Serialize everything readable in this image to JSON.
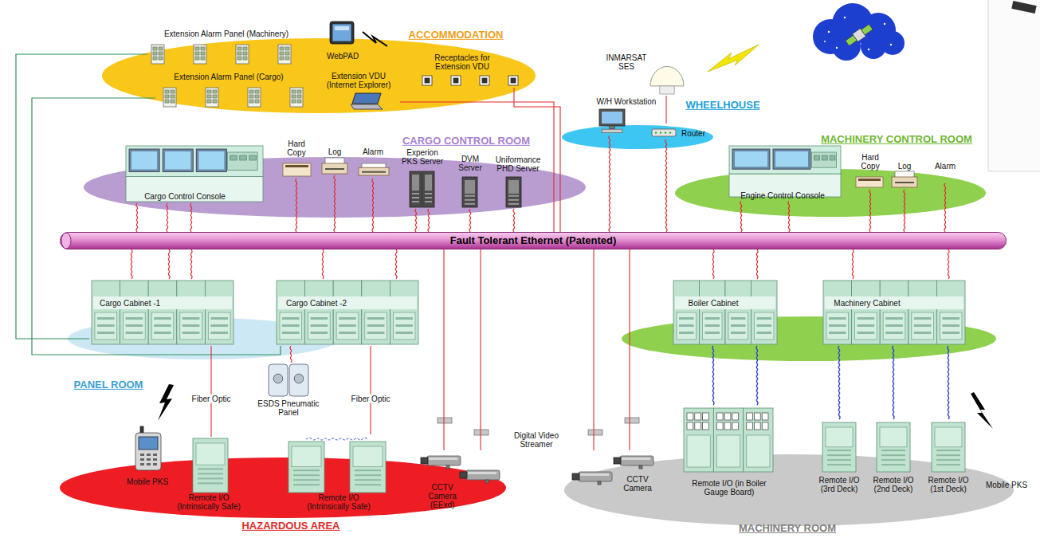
{
  "diagram": {
    "nodes": [
      {
        "text": [
          "ACCOMMODATION"
        ]
      },
      {
        "text": [
          "Extension Alarm Panel (Machinery)"
        ],
        "in": 0
      },
      {
        "text": [
          "WebPAD"
        ],
        "in": 0
      },
      {
        "text": [
          "Extension Alarm Panel (Cargo)"
        ],
        "in": 0
      },
      {
        "text": [
          "Extension VDU (Internet Explorer)"
        ],
        "in": 0
      },
      {
        "text": [
          "Receptacles for Extension VDU"
        ],
        "in": 0
      },
      {
        "text": [
          "WHEELHOUSE"
        ]
      },
      {
        "text": [
          "INMARSAT SES"
        ]
      },
      {
        "text": [
          "W/H Workstation"
        ],
        "in": 6
      },
      {
        "text": [
          "Router"
        ],
        "in": 6
      },
      {
        "text": [
          "CARGO CONTROL ROOM"
        ]
      },
      {
        "text": [
          "Cargo Control Console"
        ],
        "in": 10
      },
      {
        "text": [
          "Hard Copy"
        ],
        "in": 10
      },
      {
        "text": [
          "Log"
        ],
        "in": 10
      },
      {
        "text": [
          "Alarm"
        ],
        "in": 10
      },
      {
        "text": [
          "Experion PKS Server"
        ],
        "in": 10
      },
      {
        "text": [
          "DVM Server"
        ],
        "in": 10
      },
      {
        "text": [
          "Uniformance PHD Server"
        ],
        "in": 10
      },
      {
        "text": [
          "MACHINERY CONTROL ROOM"
        ]
      },
      {
        "text": [
          "Engine Control Console"
        ],
        "in": 18
      },
      {
        "text": [
          "Hard Copy"
        ],
        "in": 18
      },
      {
        "text": [
          "Log"
        ],
        "in": 18
      },
      {
        "text": [
          "Alarm"
        ],
        "in": 18
      },
      {
        "text": [
          "Fault Tolerant Ethernet (Patented)"
        ]
      },
      {
        "text": [
          "PANEL ROOM"
        ]
      },
      {
        "text": [
          "Cargo Cabinet -1"
        ],
        "in": 24
      },
      {
        "text": [
          "Cargo Cabinet -2"
        ],
        "in": 24
      },
      {
        "text": [
          "ESDS Pneumatic Panel"
        ]
      },
      {
        "text": [
          "Boiler Cabinet"
        ]
      },
      {
        "text": [
          "Machinery Cabinet"
        ]
      },
      {
        "text": [
          "HAZARDOUS AREA"
        ]
      },
      {
        "text": [
          "Mobile PKS"
        ],
        "in": 30
      },
      {
        "text": [
          "Remote I/O (Intrinsically Safe)"
        ],
        "in": 30
      },
      {
        "text": [
          "Remote I/O (Intrinsically Safe)"
        ],
        "in": 30
      },
      {
        "text": [
          "CCTV Camera (EExd)"
        ],
        "in": 30
      },
      {
        "text": [
          "MACHINERY ROOM"
        ]
      },
      {
        "text": [
          "CCTV Camera"
        ],
        "in": 35
      },
      {
        "text": [
          "Remote I/O (in Boiler Gauge Board)"
        ],
        "in": 35
      },
      {
        "text": [
          "Remote I/O (3rd Deck)"
        ],
        "in": 35
      },
      {
        "text": [
          "Remote I/O (2nd Deck)"
        ],
        "in": 35
      },
      {
        "text": [
          "Remote I/O (1st Deck)"
        ],
        "in": 35
      },
      {
        "text": [
          "Mobile PKS"
        ]
      }
    ],
    "edges": [
      {
        "from": 11,
        "to": 23,
        "arrow": "none"
      },
      {
        "from": 11,
        "to": 23,
        "arrow": "none"
      },
      {
        "from": 11,
        "to": 23,
        "arrow": "none"
      },
      {
        "from": 12,
        "to": 23,
        "arrow": "none"
      },
      {
        "from": 13,
        "to": 23,
        "arrow": "none"
      },
      {
        "from": 14,
        "to": 23,
        "arrow": "none"
      },
      {
        "from": 15,
        "to": 23,
        "arrow": "none"
      },
      {
        "from": 15,
        "to": 23,
        "arrow": "none"
      },
      {
        "from": 16,
        "to": 23,
        "arrow": "none"
      },
      {
        "from": 17,
        "to": 23,
        "arrow": "none"
      },
      {
        "from": 4,
        "to": 23,
        "arrow": "none"
      },
      {
        "from": 5,
        "to": 23,
        "arrow": "none"
      },
      {
        "from": 1,
        "to": 25,
        "arrow": "none"
      },
      {
        "from": 3,
        "to": 26,
        "arrow": "none"
      },
      {
        "from": 7,
        "to": 9,
        "arrow": "none"
      },
      {
        "from": 8,
        "to": 23,
        "arrow": "none"
      },
      {
        "from": 9,
        "to": 23,
        "arrow": "none"
      },
      {
        "from": 19,
        "to": 23,
        "arrow": "none"
      },
      {
        "from": 19,
        "to": 23,
        "arrow": "none"
      },
      {
        "from": 20,
        "to": 23,
        "arrow": "none"
      },
      {
        "from": 21,
        "to": 23,
        "arrow": "none"
      },
      {
        "from": 22,
        "to": 23,
        "arrow": "none"
      },
      {
        "from": 25,
        "to": 23,
        "arrow": "none"
      },
      {
        "from": 25,
        "to": 23,
        "arrow": "none"
      },
      {
        "from": 25,
        "to": 23,
        "arrow": "none"
      },
      {
        "from": 26,
        "to": 23,
        "arrow": "none"
      },
      {
        "from": 26,
        "to": 23,
        "arrow": "none"
      },
      {
        "from": 34,
        "to": 23,
        "arrow": "none"
      },
      {
        "from": 34,
        "to": 23,
        "arrow": "none"
      },
      {
        "from": 36,
        "to": 23,
        "arrow": "none"
      },
      {
        "from": 36,
        "to": 23,
        "arrow": "none"
      },
      {
        "from": 28,
        "to": 23,
        "arrow": "none"
      },
      {
        "from": 28,
        "to": 23,
        "arrow": "none"
      },
      {
        "from": 29,
        "to": 23,
        "arrow": "none"
      },
      {
        "from": 29,
        "to": 23,
        "arrow": "none"
      },
      {
        "from": 25,
        "to": 32,
        "arrow": "none",
        "label": "Fiber Optic"
      },
      {
        "from": 26,
        "to": 33,
        "arrow": "none",
        "label": "Fiber Optic"
      },
      {
        "from": 26,
        "to": 27,
        "arrow": "none"
      },
      {
        "from": 28,
        "to": 37,
        "arrow": "none"
      },
      {
        "from": 28,
        "to": 37,
        "arrow": "none"
      },
      {
        "from": 29,
        "to": 38,
        "arrow": "none"
      },
      {
        "from": 29,
        "to": 39,
        "arrow": "none"
      },
      {
        "from": 29,
        "to": 40,
        "arrow": "none"
      }
    ],
    "labels": [
      "Digital Video Streamer"
    ]
  }
}
